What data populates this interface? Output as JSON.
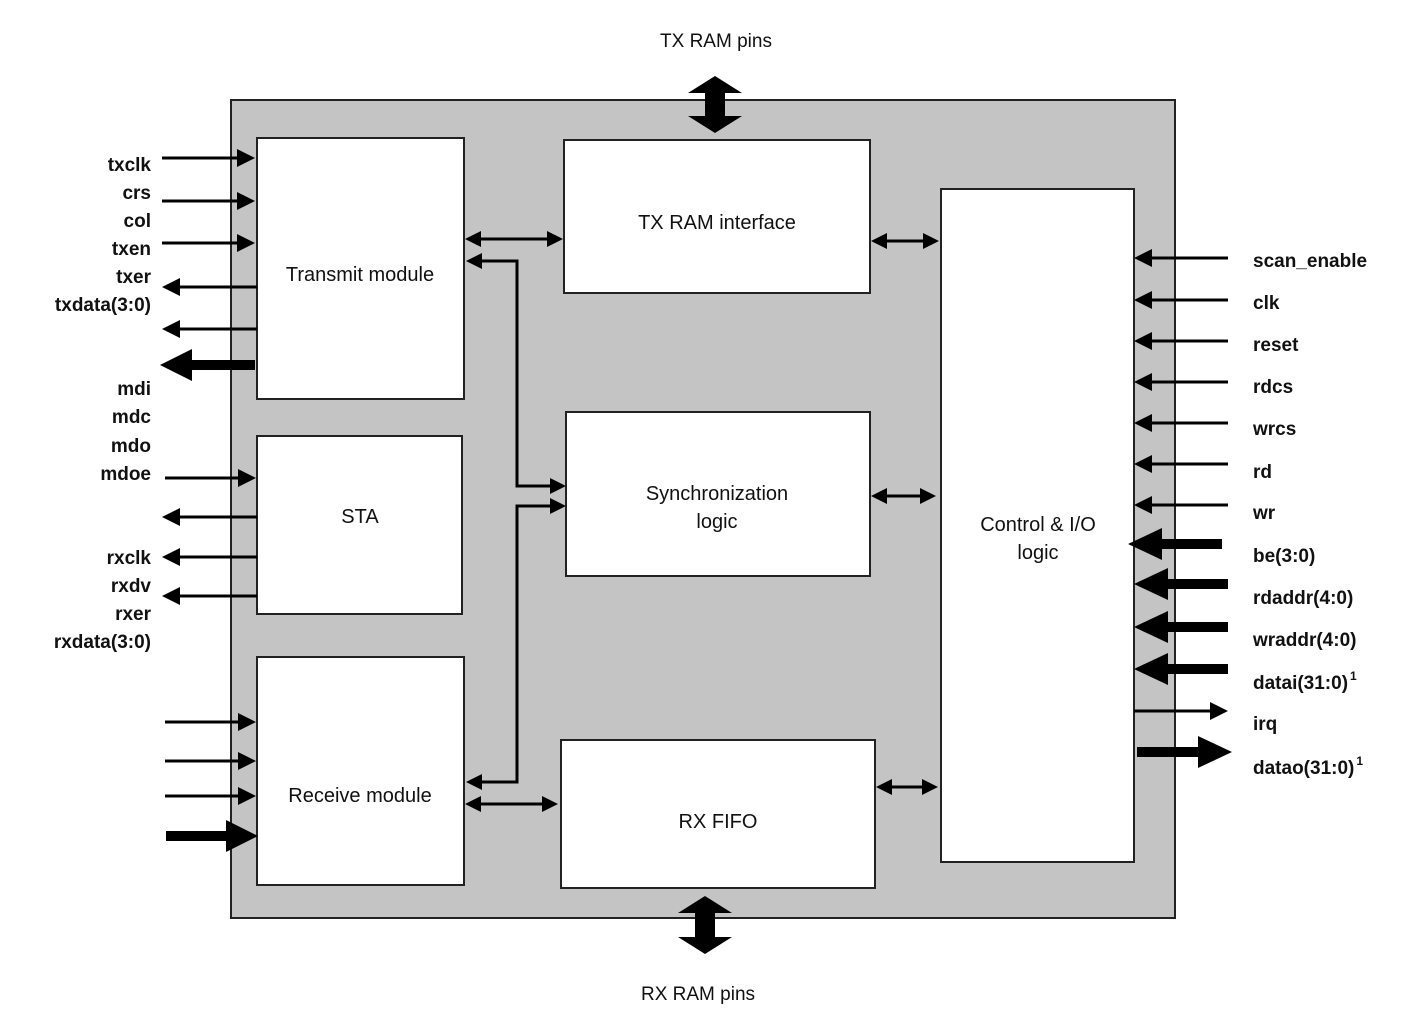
{
  "ram_pins": {
    "tx": "TX RAM pins",
    "rx": "RX RAM pins"
  },
  "blocks": {
    "transmit": "Transmit module",
    "sta": "STA",
    "receive": "Receive module",
    "tx_ram_interface": "TX RAM interface",
    "sync": [
      "Synchronization",
      "logic"
    ],
    "rx_fifo": "RX FIFO",
    "control": [
      "Control & I/O",
      "logic"
    ]
  },
  "left_pins": [
    "txclk",
    "crs",
    "col",
    "txen",
    "txer",
    "txdata(3:0)",
    "mdi",
    "mdc",
    "mdo",
    "mdoe",
    "rxclk",
    "rxdv",
    "rxer",
    "rxdata(3:0)"
  ],
  "right_pins": [
    {
      "name": "scan_enable",
      "sup": ""
    },
    {
      "name": "clk",
      "sup": ""
    },
    {
      "name": "reset",
      "sup": ""
    },
    {
      "name": "rdcs",
      "sup": ""
    },
    {
      "name": "wrcs",
      "sup": ""
    },
    {
      "name": "rd",
      "sup": ""
    },
    {
      "name": "wr",
      "sup": ""
    },
    {
      "name": "be(3:0)",
      "sup": ""
    },
    {
      "name": "rdaddr(4:0)",
      "sup": ""
    },
    {
      "name": "wraddr(4:0)",
      "sup": ""
    },
    {
      "name": "datai(31:0)",
      "sup": "1"
    },
    {
      "name": "irq",
      "sup": ""
    },
    {
      "name": "datao(31:0)",
      "sup": "1"
    }
  ],
  "colors": {
    "outer_fill": "#c4c4c4",
    "block_fill": "#ffffff",
    "line": "#000000"
  }
}
